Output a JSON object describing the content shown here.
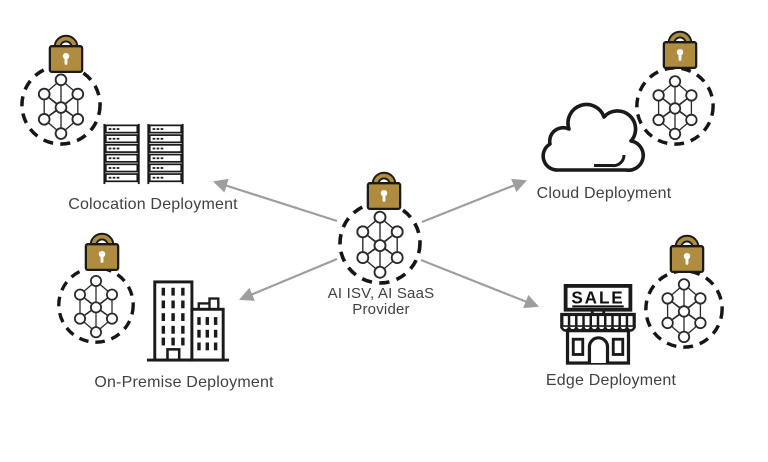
{
  "diagram": {
    "provider": {
      "label_line1": "AI ISV, AI SaaS",
      "label_line2": "Provider",
      "icons": [
        "padlock-icon",
        "neural-network-icon",
        "dashed-circle"
      ]
    },
    "deployments": {
      "colocation": {
        "label": "Colocation Deployment",
        "icon": "server-racks-icon"
      },
      "cloud": {
        "label": "Cloud Deployment",
        "icon": "cloud-icon"
      },
      "on_premise": {
        "label": "On-Premise Deployment",
        "icon": "office-buildings-icon"
      },
      "edge": {
        "label": "Edge Deployment",
        "icon": "storefront-icon",
        "sign_text": "SALE"
      }
    },
    "security_badge": {
      "lock_icon": "padlock-icon",
      "model_icon": "neural-network-icon"
    },
    "arrows": [
      {
        "from": "provider",
        "to": "colocation"
      },
      {
        "from": "provider",
        "to": "cloud"
      },
      {
        "from": "provider",
        "to": "on_premise"
      },
      {
        "from": "provider",
        "to": "edge"
      }
    ],
    "colors": {
      "lock_gold": "#AF8C40",
      "icon_outline": "#1A1A1A",
      "arrow_gray": "#9E9E9E",
      "label_text": "#414141",
      "background": "#FFFFFF"
    }
  }
}
